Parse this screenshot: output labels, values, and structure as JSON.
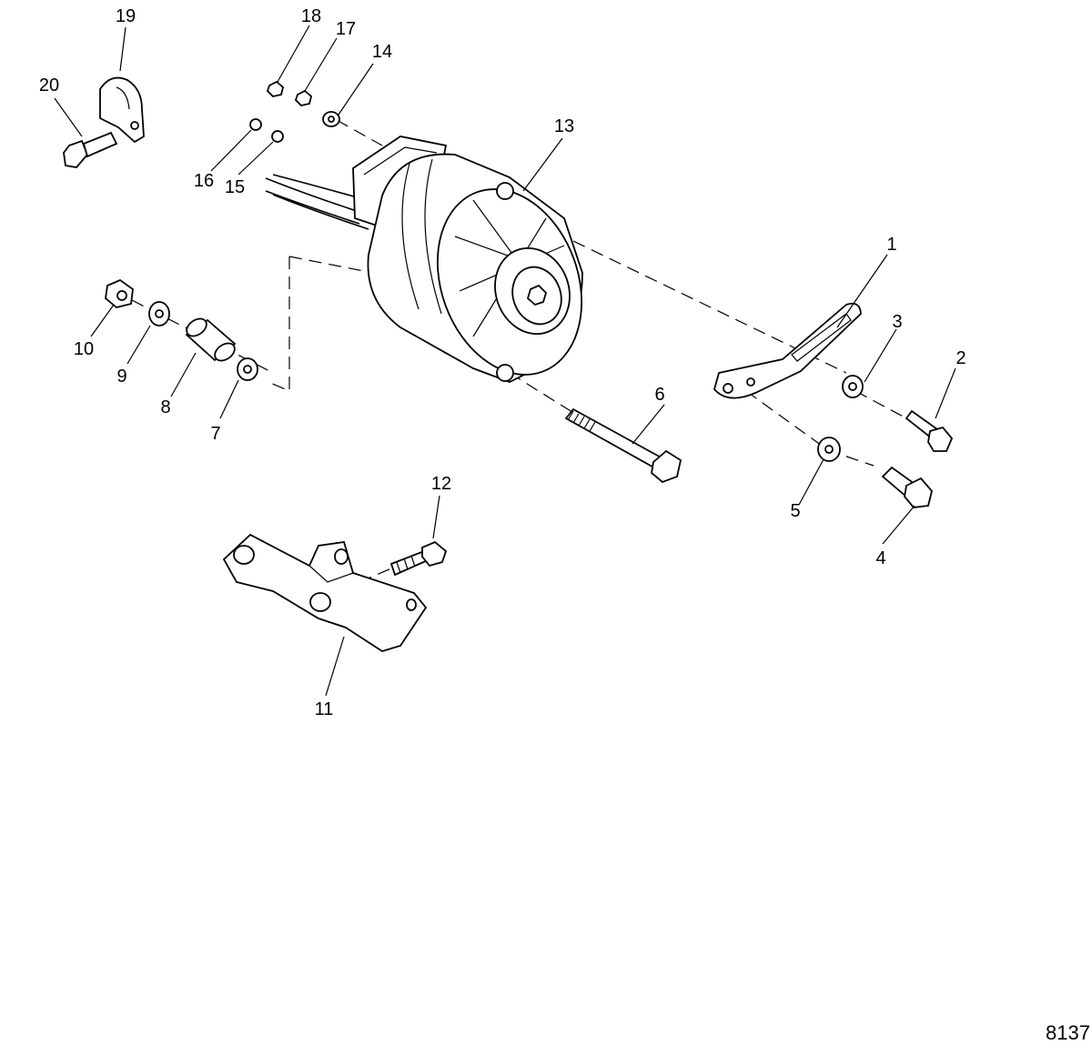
{
  "figure_number": "8137",
  "callouts": [
    {
      "id": "c1",
      "text": "1"
    },
    {
      "id": "c2",
      "text": "2"
    },
    {
      "id": "c3",
      "text": "3"
    },
    {
      "id": "c4",
      "text": "4"
    },
    {
      "id": "c5",
      "text": "5"
    },
    {
      "id": "c6",
      "text": "6"
    },
    {
      "id": "c7",
      "text": "7"
    },
    {
      "id": "c8",
      "text": "8"
    },
    {
      "id": "c9",
      "text": "9"
    },
    {
      "id": "c10",
      "text": "10"
    },
    {
      "id": "c11",
      "text": "11"
    },
    {
      "id": "c12",
      "text": "12"
    },
    {
      "id": "c13",
      "text": "13"
    },
    {
      "id": "c14",
      "text": "14"
    },
    {
      "id": "c15",
      "text": "15"
    },
    {
      "id": "c16",
      "text": "16"
    },
    {
      "id": "c17",
      "text": "17"
    },
    {
      "id": "c18",
      "text": "18"
    },
    {
      "id": "c19",
      "text": "19"
    },
    {
      "id": "c20",
      "text": "20"
    }
  ]
}
